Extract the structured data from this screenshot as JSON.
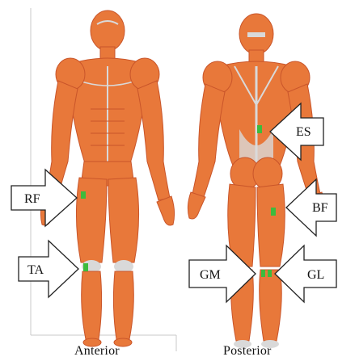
{
  "figure": {
    "views": [
      {
        "id": "anterior",
        "label": "Anterior"
      },
      {
        "id": "posterior",
        "label": "Posterior"
      }
    ],
    "arrows": [
      {
        "id": "rf",
        "label": "RF"
      },
      {
        "id": "ta",
        "label": "TA"
      },
      {
        "id": "es",
        "label": "ES"
      },
      {
        "id": "bf",
        "label": "BF"
      },
      {
        "id": "gm",
        "label": "GM"
      },
      {
        "id": "gl",
        "label": "GL"
      }
    ],
    "colors": {
      "muscle": "#e8783a",
      "muscle_dark": "#c9552a",
      "tendon": "#d9d9d9",
      "sensor": "#3dbb3d",
      "frame": "#bfbfbf"
    }
  }
}
